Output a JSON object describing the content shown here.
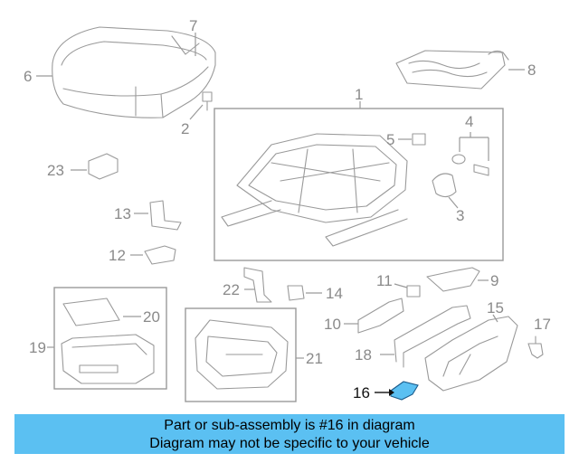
{
  "diagram": {
    "callouts": [
      "1",
      "2",
      "3",
      "4",
      "5",
      "6",
      "7",
      "8",
      "9",
      "10",
      "11",
      "12",
      "13",
      "14",
      "15",
      "16",
      "17",
      "18",
      "19",
      "20",
      "21",
      "22",
      "23"
    ],
    "highlighted_part": "16",
    "highlight_color": "#5bc0f2",
    "line_color": "#9a9a9a"
  },
  "banner": {
    "line1": "Part or sub-assembly is #16 in diagram",
    "line2": "Diagram may not be specific to your vehicle",
    "background": "#5bc0f2"
  }
}
